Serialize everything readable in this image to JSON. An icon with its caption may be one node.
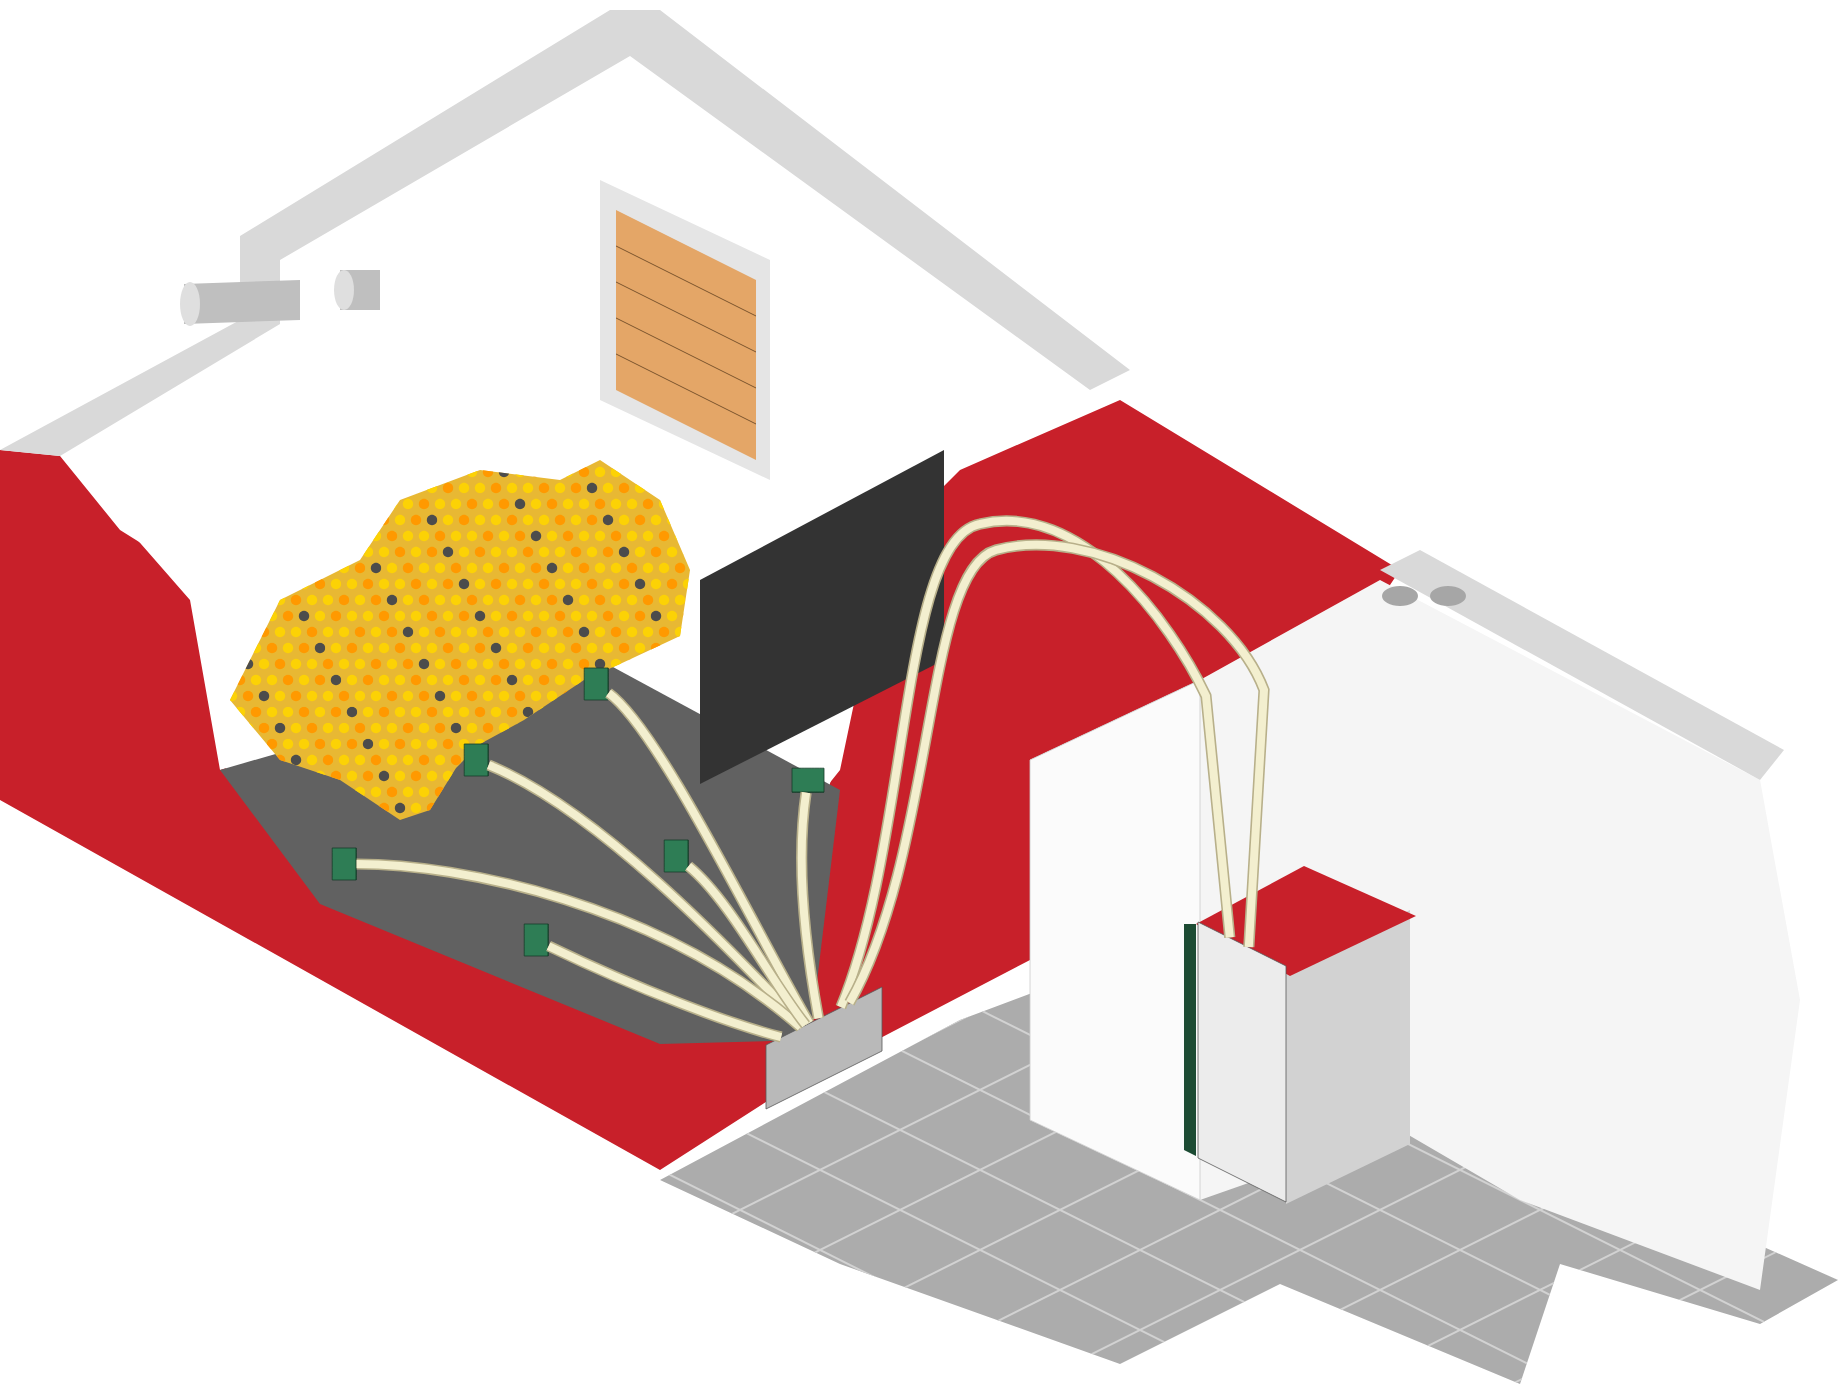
{
  "diagram": {
    "nodes": [
      {
        "text": [],
        "shape": "cylinder"
      },
      {
        "text": [],
        "shape": "cylinder"
      },
      {
        "text": [],
        "shape": "cylinder"
      },
      {
        "text": [],
        "shape": "cylinder"
      },
      {
        "text": [],
        "shape": "cylinder"
      },
      {
        "text": [],
        "shape": "cylinder"
      },
      {
        "text": [],
        "shape": "box"
      },
      {
        "text": [],
        "shape": "box"
      }
    ],
    "edges": [
      {
        "from": 0,
        "to": 6,
        "arrow": "none"
      },
      {
        "from": 1,
        "to": 6,
        "arrow": "none"
      },
      {
        "from": 2,
        "to": 6,
        "arrow": "none"
      },
      {
        "from": 3,
        "to": 6,
        "arrow": "none"
      },
      {
        "from": 4,
        "to": 6,
        "arrow": "none"
      },
      {
        "from": 5,
        "to": 6,
        "arrow": "none"
      },
      {
        "from": 6,
        "to": 7,
        "arrow": "none"
      },
      {
        "from": 6,
        "to": 7,
        "arrow": "none"
      }
    ]
  }
}
